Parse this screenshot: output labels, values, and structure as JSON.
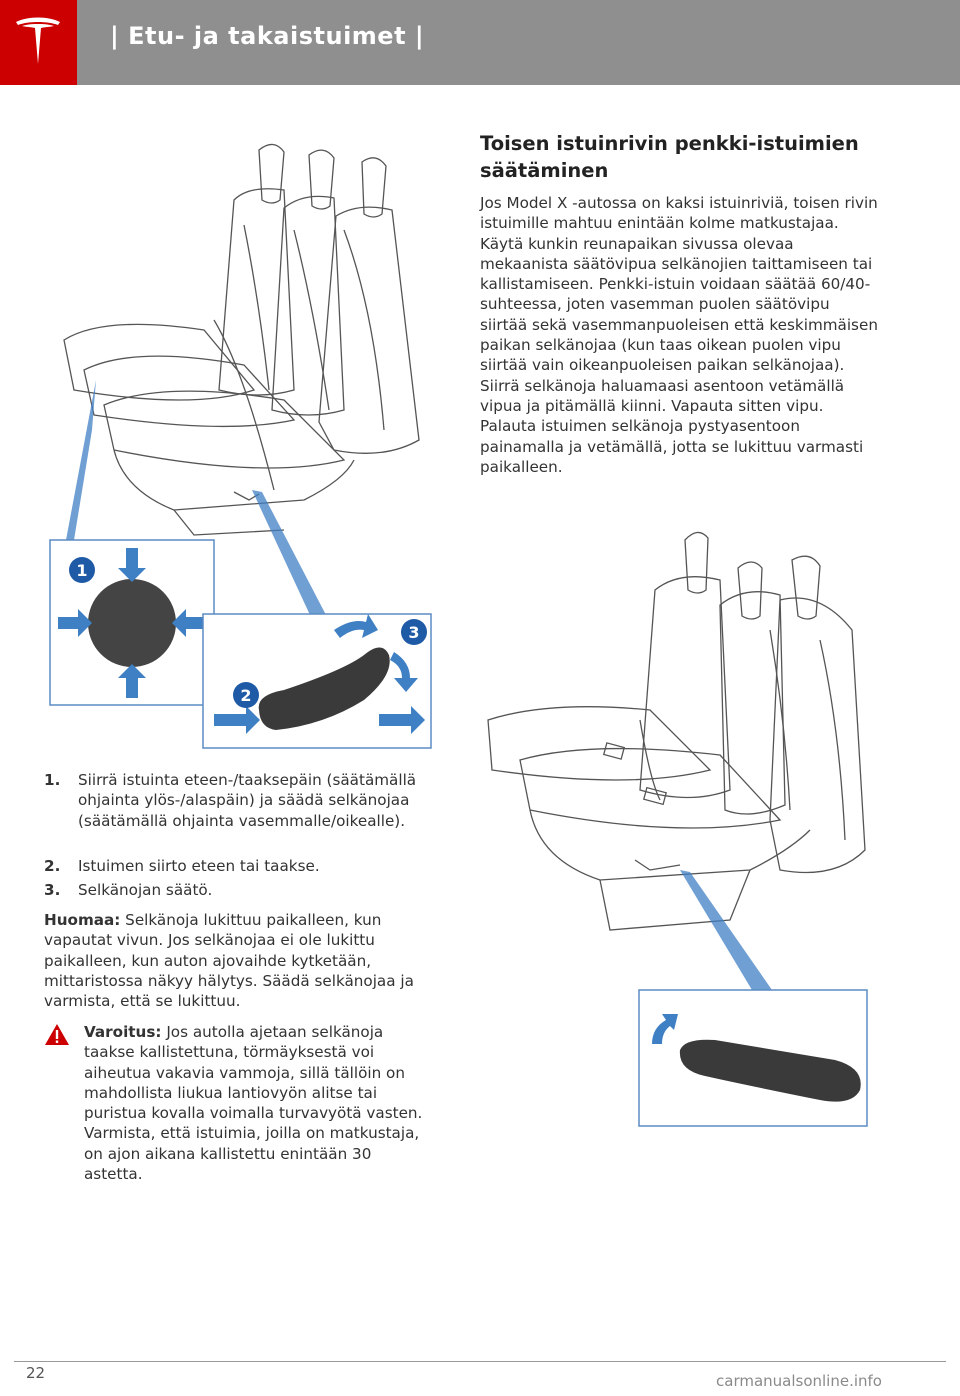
{
  "header": {
    "title": "| Etu- ja takaistuimet |",
    "bg_color": "#8f8f8f",
    "logo_color": "#cc0000"
  },
  "left": {
    "figure_callouts": [
      "1",
      "2",
      "3"
    ],
    "list": [
      {
        "num": "1.",
        "text": "Siirrä istuinta eteen-/taaksepäin (säätämällä ohjainta ylös-/alaspäin) ja säädä selkänojaa (säätämällä ohjainta vasemmalle/oikealle)."
      },
      {
        "num": "2.",
        "text": "Istuimen siirto eteen tai taakse."
      },
      {
        "num": "3.",
        "text": "Selkänojan säätö."
      }
    ],
    "note_label": "Huomaa:",
    "note_text": " Selkänoja lukittuu paikalleen, kun vapautat vivun. Jos selkänojaa ei ole lukittu paikalleen, kun auton ajovaihde kytketään, mittaristossa näkyy hälytys. Säädä selkänojaa ja varmista, että se lukittuu.",
    "warning_label": "Varoitus:",
    "warning_text": " Jos autolla ajetaan selkänoja taakse kallistettuna, törmäyksestä voi aiheutua vakavia vammoja, sillä tällöin on mahdollista liukua lantiovyön alitse tai puristua kovalla voimalla turvavyötä vasten. Varmista, että istuimia, joilla on matkustaja, on ajon aikana kallistettu enintään 30 astetta.",
    "warning_color": "#cc0000"
  },
  "right": {
    "heading": "Toisen istuinrivin penkki-istuimien säätäminen",
    "paragraph": "Jos Model X -autossa on kaksi istuinriviä, toisen rivin istuimille mahtuu enintään kolme matkustajaa. Käytä kunkin reunapaikan sivussa olevaa mekaanista säätövipua selkänojien taittamiseen tai kallistamiseen. Penkki-istuin voidaan säätää 60/40-suhteessa, joten vasemman puolen säätövipu siirtää sekä vasemmanpuoleisen että keskimmäisen paikan selkänojaa (kun taas oikean puolen vipu siirtää vain oikeanpuoleisen paikan selkänojaa). Siirrä selkänoja haluamaasi asentoon vetämällä vipua ja pitämällä kiinni. Vapauta sitten vipu. Palauta istuimen selkänoja pystyasentoon painamalla ja vetämällä, jotta se lukittuu varmasti paikalleen."
  },
  "footer": {
    "page_number": "22",
    "watermark": "carmanualsonline.info"
  },
  "colors": {
    "callout_blue": "#1f5aa6",
    "arrow_blue": "#3f7fc4",
    "inset_border": "#5b8cc4"
  }
}
